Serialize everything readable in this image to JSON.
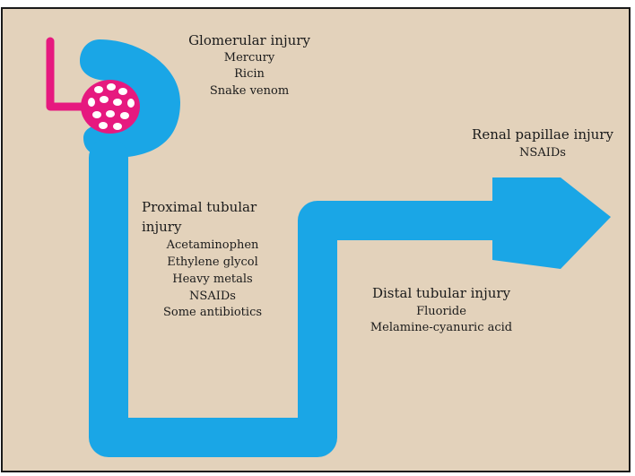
{
  "colors": {
    "background": "#e3d2bb",
    "border": "#1a1a1a",
    "tubule": "#1aa6e6",
    "vessel": "#e6197f",
    "capillary_dots": "#ffffff",
    "text": "#1b1b1b"
  },
  "glomerular": {
    "title": "Glomerular injury",
    "items": [
      "Mercury",
      "Ricin",
      "Snake venom"
    ]
  },
  "proximal": {
    "title_line1": "Proximal tubular",
    "title_line2": "injury",
    "items": [
      "Acetaminophen",
      "Ethylene glycol",
      "Heavy metals",
      "NSAIDs",
      "Some antibiotics"
    ]
  },
  "distal": {
    "title": "Distal tubular injury",
    "items": [
      "Fluoride",
      "Melamine-cyanuric acid"
    ]
  },
  "papillae": {
    "title": "Renal papillae injury",
    "items": [
      "NSAIDs"
    ]
  }
}
